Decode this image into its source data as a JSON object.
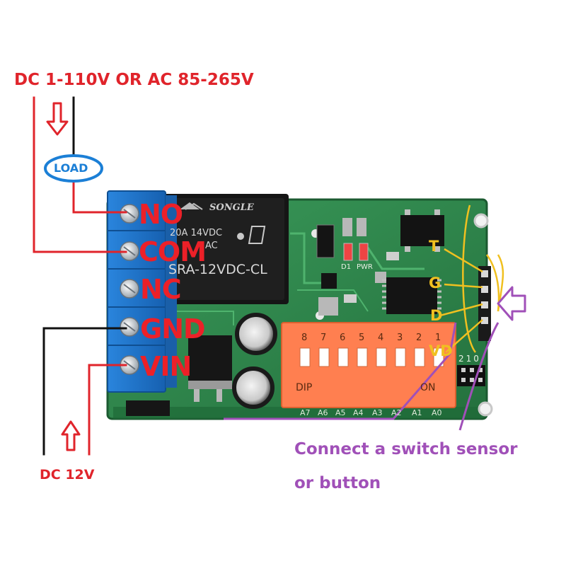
{
  "top_power_label": "DC 1-110V OR AC 85-265V",
  "load_label": "LOAD",
  "terminals": [
    "NO",
    "COM",
    "NC",
    "GND",
    "VIN"
  ],
  "bottom_power_label": "DC 12V",
  "relay": {
    "brand": "SONGLE",
    "rating_line1": "20A 14VDC",
    "rating_line2": "AC",
    "model": "SRA-12VDC-CL"
  },
  "board_labels": {
    "d1": "D1",
    "pwr": "PWR"
  },
  "input_pins": [
    "T",
    "G",
    "D",
    "VD"
  ],
  "dip_switch": {
    "numbers": [
      "8",
      "7",
      "6",
      "5",
      "4",
      "3",
      "2",
      "1"
    ],
    "dip_label": "DIP",
    "on_label": "ON",
    "address_labels": [
      "A7",
      "A6",
      "A5",
      "A4",
      "A3",
      "A2",
      "A1",
      "A0"
    ]
  },
  "jumper_label": "210",
  "sensor_note": {
    "line1": "Connect a switch sensor",
    "line2": "or button"
  },
  "colors": {
    "wire_red": "#e0242b",
    "wire_black": "#111111",
    "pcb_green": "#2f8a4e",
    "terminal_blue": "#1d72c8",
    "relay_black": "#151515",
    "dip_orange": "#ff7f50",
    "annotation_purple": "#a050b8",
    "annotation_yellow": "#f0c020",
    "load_blue": "#1b7fd6"
  }
}
